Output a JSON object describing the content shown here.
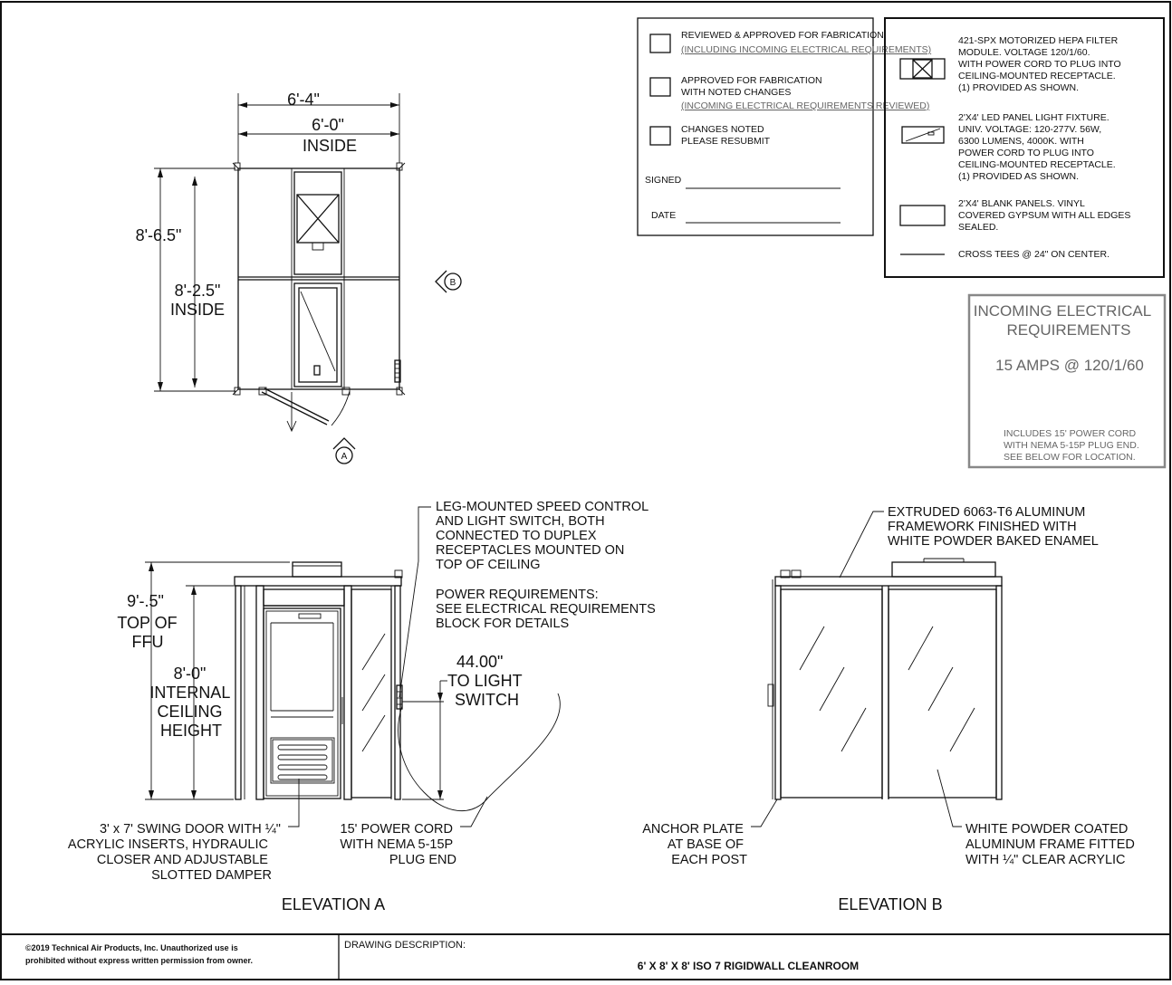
{
  "approval_block": {
    "option1_line1": "REVIEWED & APPROVED FOR FABRICATION",
    "option1_line2": "(INCLUDING INCOMING ELECTRICAL REQUIREMENTS)",
    "option2_line1": "APPROVED FOR FABRICATION",
    "option2_line2": "WITH NOTED CHANGES",
    "option2_line3": "(INCOMING ELECTRICAL REQUIREMENTS REVIEWED)",
    "option3_line1": "CHANGES NOTED",
    "option3_line2": "PLEASE RESUBMIT",
    "signed_label": "SIGNED",
    "date_label": "DATE"
  },
  "legend": {
    "hepa": [
      "421-SPX  MOTORIZED HEPA FILTER",
      "MODULE. VOLTAGE 120/1/60.",
      "WITH POWER CORD TO PLUG INTO",
      "CEILING-MOUNTED RECEPTACLE.",
      "(1) PROVIDED AS SHOWN."
    ],
    "led": [
      "2'X4' LED PANEL LIGHT FIXTURE.",
      "UNIV. VOLTAGE: 120-277V.  56W,",
      "6300 LUMENS, 4000K. WITH",
      "POWER CORD TO PLUG INTO",
      "CEILING-MOUNTED RECEPTACLE.",
      "(1) PROVIDED AS SHOWN."
    ],
    "blank": [
      "2'X4' BLANK PANELS. VINYL",
      "COVERED GYPSUM WITH ALL EDGES",
      "SEALED."
    ],
    "cross_tees": "CROSS TEES @ 24\" ON CENTER."
  },
  "electrical": {
    "title_line1": "INCOMING ELECTRICAL",
    "title_line2": "REQUIREMENTS",
    "rating": "15 AMPS @ 120/1/60",
    "note": [
      "INCLUDES 15' POWER CORD",
      "WITH NEMA 5-15P PLUG END.",
      "SEE BELOW FOR LOCATION."
    ]
  },
  "plan": {
    "dim_outside": "6'-4\"",
    "dim_inside": "6'-0\"",
    "inside_label": "INSIDE",
    "dim_length_outside": "8'-6.5\"",
    "dim_length_inside": "8'-2.5\"",
    "inside_label2": "INSIDE",
    "marker_a": "A",
    "marker_b": "B"
  },
  "elevation_a": {
    "dim_ffu": [
      "9'-.5\"",
      "TOP OF",
      "FFU"
    ],
    "dim_ceiling": [
      "8'-0\"",
      "INTERNAL",
      "CEILING",
      "HEIGHT"
    ],
    "switch_note": [
      "LEG-MOUNTED SPEED CONTROL",
      "AND LIGHT SWITCH, BOTH",
      "CONNECTED TO DUPLEX",
      "RECEPTACLES MOUNTED ON",
      "TOP OF CEILING"
    ],
    "power_note": [
      "POWER REQUIREMENTS:",
      "SEE ELECTRICAL REQUIREMENTS",
      "BLOCK FOR DETAILS"
    ],
    "switch_dim": [
      "44.00\"",
      "TO LIGHT",
      "SWITCH"
    ],
    "door_note": [
      "3' x 7' SWING DOOR WITH ¼\"",
      "ACRYLIC INSERTS, HYDRAULIC",
      "CLOSER AND ADJUSTABLE",
      "SLOTTED DAMPER"
    ],
    "cord_note": [
      "15' POWER CORD",
      "WITH NEMA 5-15P",
      "PLUG END"
    ],
    "title": "ELEVATION A"
  },
  "elevation_b": {
    "frame_note": [
      "EXTRUDED 6063-T6 ALUMINUM",
      "FRAMEWORK FINISHED WITH",
      "WHITE POWDER BAKED ENAMEL"
    ],
    "anchor_note": [
      "ANCHOR PLATE",
      "AT BASE OF",
      "EACH POST"
    ],
    "panel_note": [
      "WHITE POWDER COATED",
      "ALUMINUM FRAME FITTED",
      "WITH ¼\" CLEAR ACRYLIC"
    ],
    "title": "ELEVATION B"
  },
  "title_block": {
    "copyright_line1": "©2019 Technical Air Products, Inc.  Unauthorized use is",
    "copyright_line2": "prohibited without express written permission from owner.",
    "description_label": "DRAWING DESCRIPTION:",
    "description": "6' X 8' X 8' ISO 7 RIGIDWALL CLEANROOM"
  }
}
